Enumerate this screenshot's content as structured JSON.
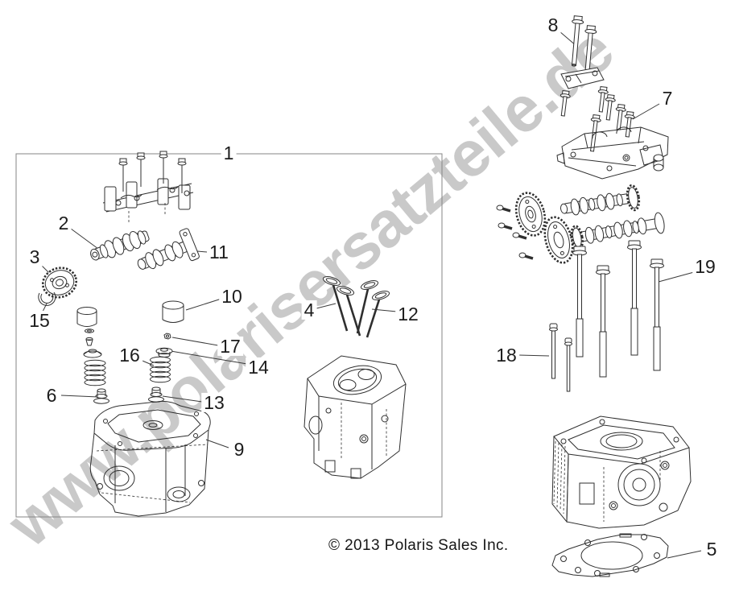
{
  "page": {
    "background": "#ffffff",
    "watermark": {
      "text": "www.polarisersatzteile.de",
      "color": "#c9c9c9"
    },
    "footer": {
      "copyright": "© 2013 Polaris Sales Inc."
    }
  },
  "diagram": {
    "line_color": "#2f2f2f",
    "assembly_box": {
      "label_number": "1"
    },
    "callouts": [
      {
        "number": "1",
        "part": "cylinder-head-assembly-group-box"
      },
      {
        "number": "2",
        "part": "camshaft-front"
      },
      {
        "number": "3",
        "part": "cam-chain-sprocket"
      },
      {
        "number": "4",
        "part": "valve-pair-left"
      },
      {
        "number": "5",
        "part": "head-gasket"
      },
      {
        "number": "6",
        "part": "valve-stem-seal-left"
      },
      {
        "number": "7",
        "part": "cam-carrier-bolts"
      },
      {
        "number": "8",
        "part": "long-flange-bolts"
      },
      {
        "number": "9",
        "part": "cylinder-head"
      },
      {
        "number": "10",
        "part": "valve-tappet-bucket"
      },
      {
        "number": "11",
        "part": "camshaft-rear"
      },
      {
        "number": "12",
        "part": "valve-pair-right"
      },
      {
        "number": "13",
        "part": "valve-stem-seal-right"
      },
      {
        "number": "14",
        "part": "spring-retainer"
      },
      {
        "number": "15",
        "part": "retaining-ring"
      },
      {
        "number": "16",
        "part": "valve-spring"
      },
      {
        "number": "17",
        "part": "valve-adjuster-nut"
      },
      {
        "number": "18",
        "part": "dowel-bolts"
      },
      {
        "number": "19",
        "part": "cylinder-head-bolts"
      }
    ]
  }
}
